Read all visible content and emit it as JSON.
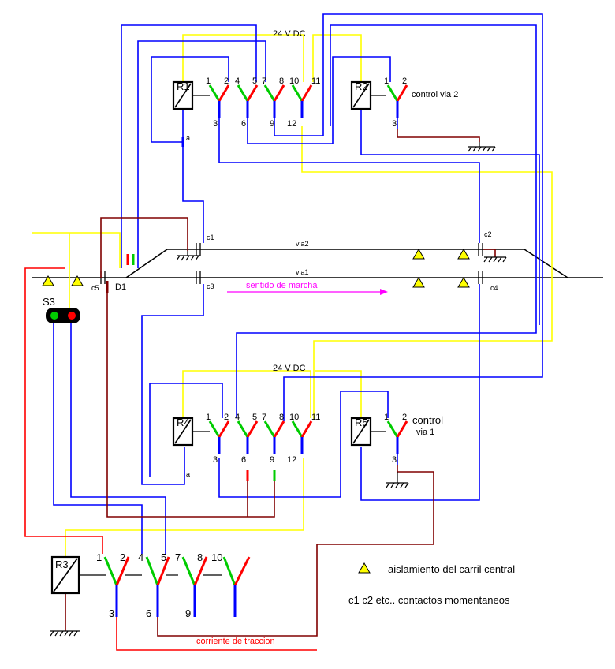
{
  "supply": {
    "top": "24 V DC",
    "bottom": "24 V DC"
  },
  "relays": {
    "r1": "R1",
    "r2": "R2",
    "r3": "R3",
    "r4": "R4",
    "r5": "R5"
  },
  "contacts": {
    "top_group": [
      "1",
      "2",
      "4",
      "5",
      "7",
      "8",
      "10",
      "11",
      "3",
      "6",
      "9",
      "12"
    ],
    "r2_group": [
      "1",
      "2",
      "3"
    ],
    "bottom_group": [
      "1",
      "2",
      "4",
      "5",
      "7",
      "8",
      "10",
      "11",
      "3",
      "6",
      "9",
      "12"
    ],
    "r5_group": [
      "1",
      "2",
      "3"
    ],
    "r3_group": [
      "1",
      "2",
      "4",
      "5",
      "7",
      "8",
      "10",
      "3",
      "6",
      "9"
    ]
  },
  "labels": {
    "control_via_2": "control via 2",
    "control_via_1_line1": "control",
    "control_via_1_line2": "via 1",
    "via2": "via2",
    "via1": "via1",
    "sentido": "sentido de marcha",
    "signal": "S3",
    "d1": "D1",
    "c1": "c1",
    "c2": "c2",
    "c3": "c3",
    "c4": "c4",
    "c5": "c5",
    "a_top": "a",
    "a_bottom": "a",
    "corriente": "corriente de traccion"
  },
  "legend": {
    "insulation": "aislamiento del carril central",
    "contacts_note": "c1 c2 etc.. contactos momentaneos"
  },
  "colors": {
    "yellow": "#ffff00",
    "blue": "#0000ff",
    "red": "#ff0000",
    "dark_red": "#800000",
    "green": "#00cc00",
    "magenta": "#ff00ff",
    "black": "#000000"
  }
}
